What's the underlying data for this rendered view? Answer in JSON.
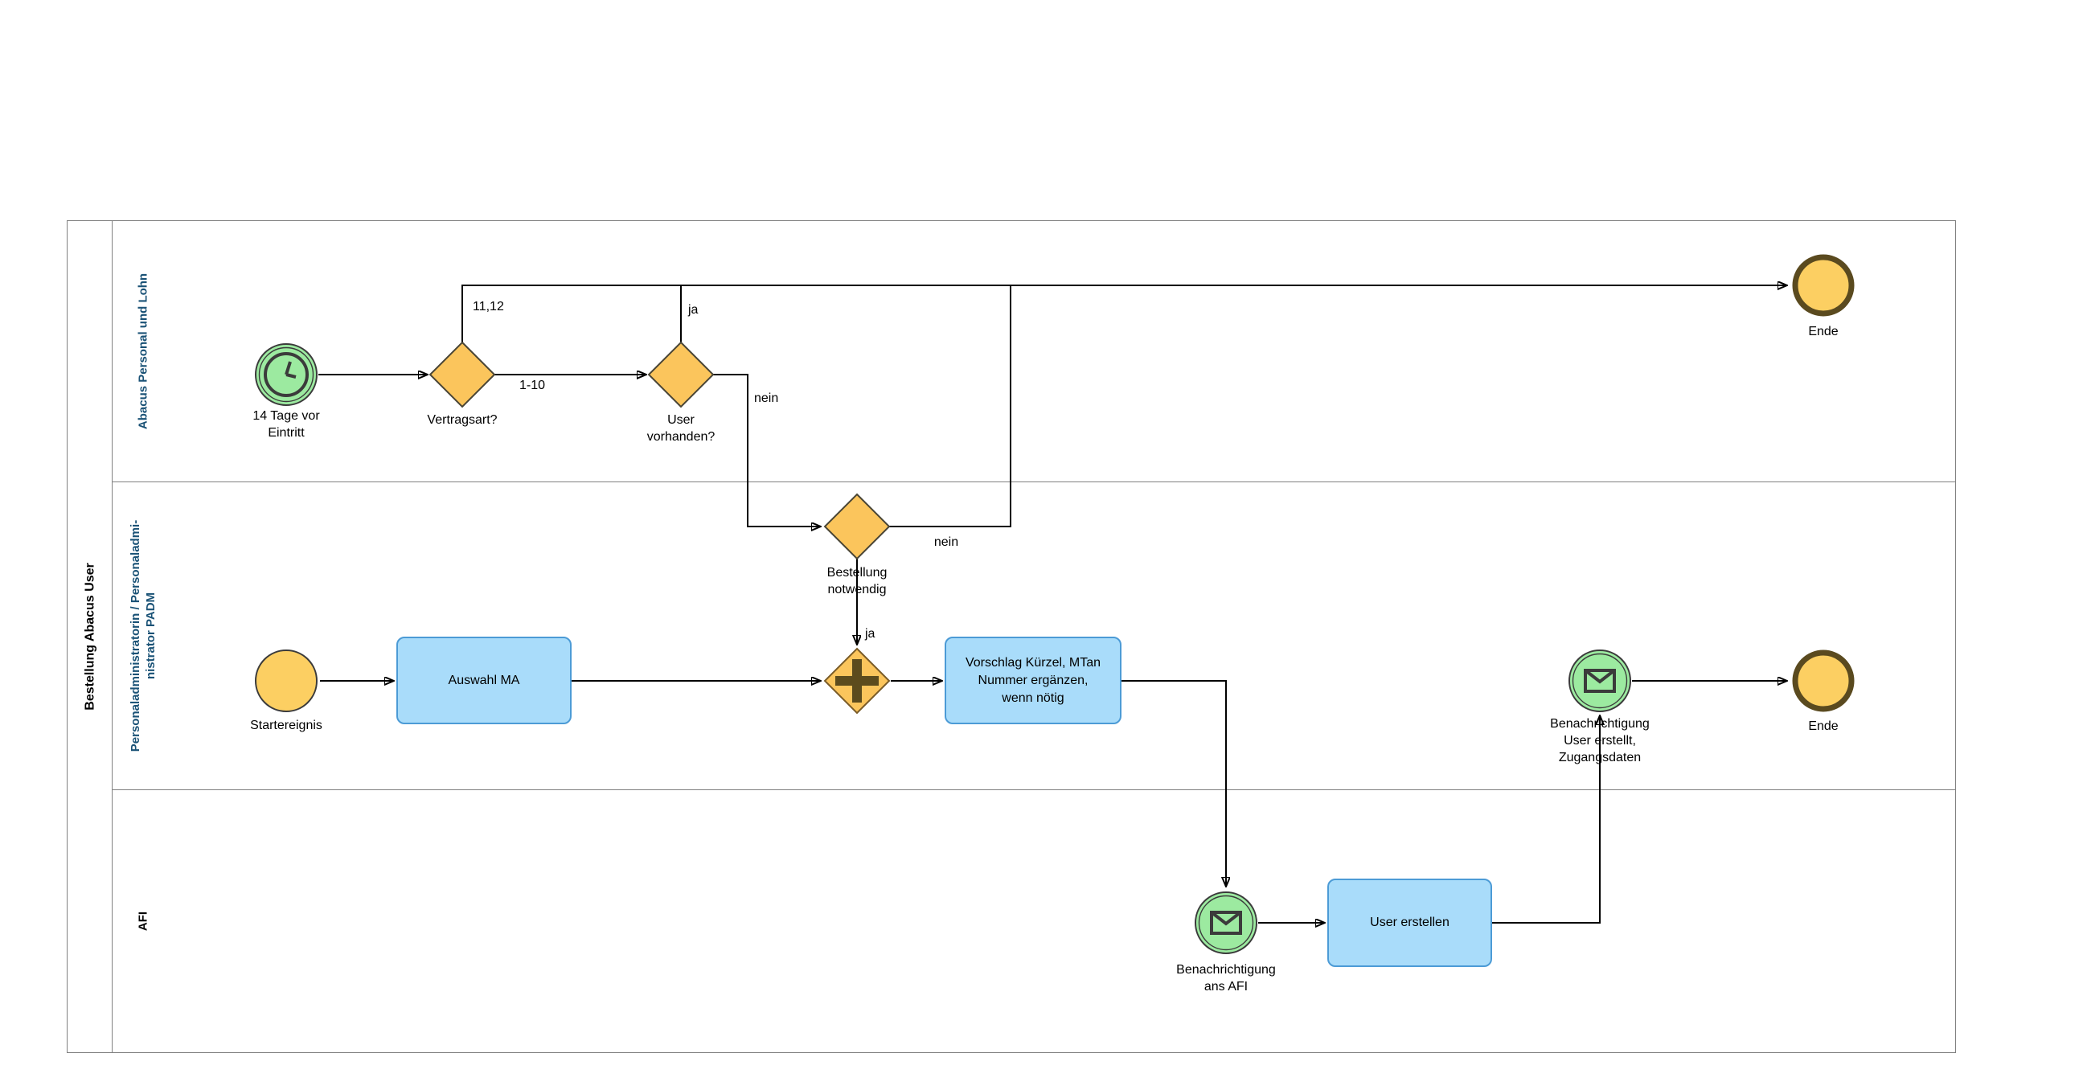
{
  "pool": {
    "title": "Bestellung Abacus User"
  },
  "lanes": [
    {
      "label": "Abacus Personal und Lohn"
    },
    {
      "label": "Personaladministratorin / Personaladmi-\nnistrator PADM"
    },
    {
      "label": "AFI"
    }
  ],
  "nodes": {
    "timer_start": {
      "label": "14 Tage vor\nEintritt"
    },
    "gw_vertragsart": {
      "label": "Vertragsart?"
    },
    "gw_user_vorhanden": {
      "label": "User\nvorhanden?"
    },
    "end_top": {
      "label": "Ende"
    },
    "gw_bestellung_notwendig": {
      "label": "Bestellung\nnotwendig"
    },
    "start_event": {
      "label": "Startereignis"
    },
    "task_auswahl_ma": {
      "label": "Auswahl MA"
    },
    "task_vorschlag": {
      "label": "Vorschlag Kürzel, MTan\nNummer ergänzen,\nwenn nötig"
    },
    "msg_user_erstellt": {
      "label": "Benachrichtigung\nUser erstellt,\nZugangsdaten"
    },
    "end_lane2": {
      "label": "Ende"
    },
    "msg_ans_afi": {
      "label": "Benachrichtigung\nans AFI"
    },
    "task_user_erstellen": {
      "label": "User erstellen"
    }
  },
  "flow_labels": {
    "vertragsart_11_12": "11,12",
    "vertragsart_1_10": "1-10",
    "user_vorhanden_ja": "ja",
    "user_vorhanden_nein": "nein",
    "bestellung_nein": "nein",
    "bestellung_ja": "ja"
  },
  "colors": {
    "event_fill_green": "#9ceaa0",
    "event_fill_yellow": "#fccf62",
    "end_event_border": "#5a4a1f",
    "gateway_fill": "#fbc55c",
    "shape_stroke": "#3b3b3b",
    "parallel_plus": "#5c4b1d",
    "task_fill": "#a9dcfa",
    "task_border": "#4c9bd6",
    "lane_border": "#808080",
    "lane_label_blue": "#1a5276",
    "flow_line": "#000000"
  }
}
